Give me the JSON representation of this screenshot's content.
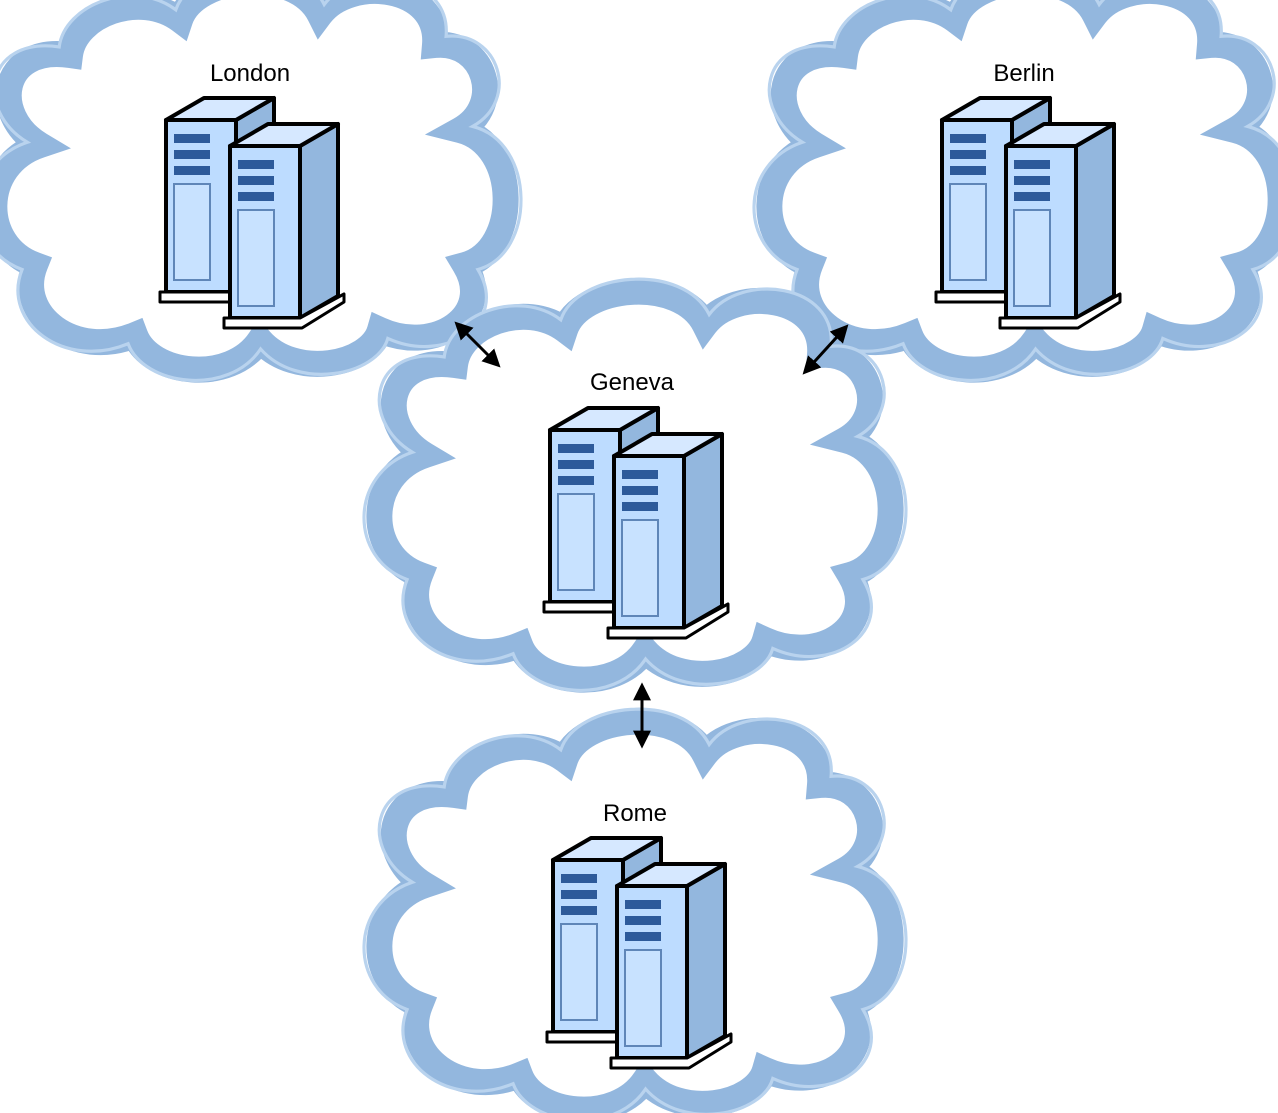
{
  "colors": {
    "cloud_stroke": "#93b7de",
    "cloud_outline": "#b9d3ee",
    "cloud_fill": "#ffffff",
    "server_front": "#bddcff",
    "server_side": "#93b7de",
    "server_top": "#d6e8ff",
    "server_slot": "#2d5a9a",
    "outline": "#000000",
    "arrow": "#000000"
  },
  "sites": [
    {
      "id": "london",
      "label": "London",
      "icon": "server-cluster-icon"
    },
    {
      "id": "berlin",
      "label": "Berlin",
      "icon": "server-cluster-icon"
    },
    {
      "id": "geneva",
      "label": "Geneva",
      "icon": "server-cluster-icon"
    },
    {
      "id": "rome",
      "label": "Rome",
      "icon": "server-cluster-icon"
    }
  ],
  "links": [
    {
      "from": "london",
      "to": "geneva",
      "direction": "bidirectional"
    },
    {
      "from": "berlin",
      "to": "geneva",
      "direction": "bidirectional"
    },
    {
      "from": "geneva",
      "to": "rome",
      "direction": "bidirectional"
    }
  ]
}
